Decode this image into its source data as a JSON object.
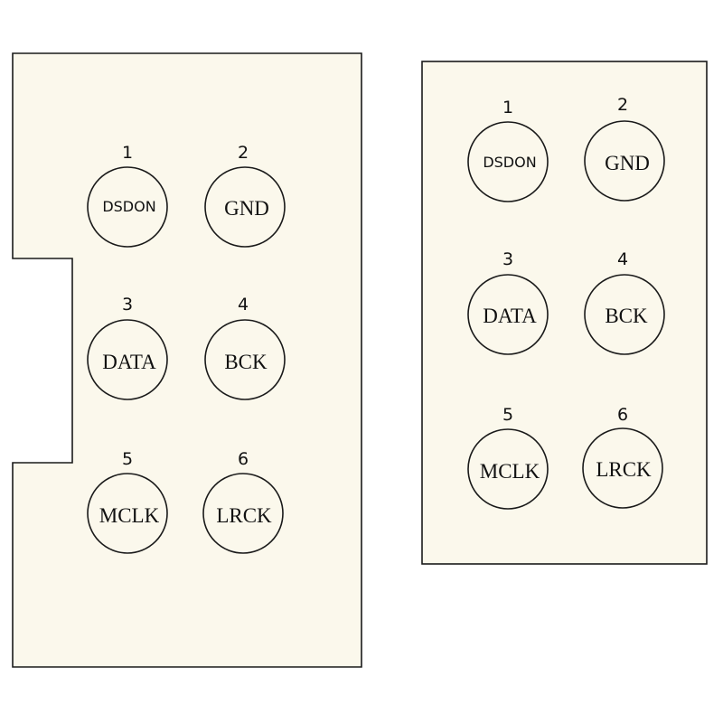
{
  "colors": {
    "board_fill": "#fbf8ec",
    "line": "#1a1a1a",
    "text": "#111111"
  },
  "connectors": [
    {
      "id": "left",
      "pins": [
        {
          "number": "1",
          "label": "DSDON"
        },
        {
          "number": "2",
          "label": "GND"
        },
        {
          "number": "3",
          "label": "DATA"
        },
        {
          "number": "4",
          "label": "BCK"
        },
        {
          "number": "5",
          "label": "MCLK"
        },
        {
          "number": "6",
          "label": "LRCK"
        }
      ]
    },
    {
      "id": "right",
      "pins": [
        {
          "number": "1",
          "label": "DSDON"
        },
        {
          "number": "2",
          "label": "GND"
        },
        {
          "number": "3",
          "label": "DATA"
        },
        {
          "number": "4",
          "label": "BCK"
        },
        {
          "number": "5",
          "label": "MCLK"
        },
        {
          "number": "6",
          "label": "LRCK"
        }
      ]
    }
  ]
}
